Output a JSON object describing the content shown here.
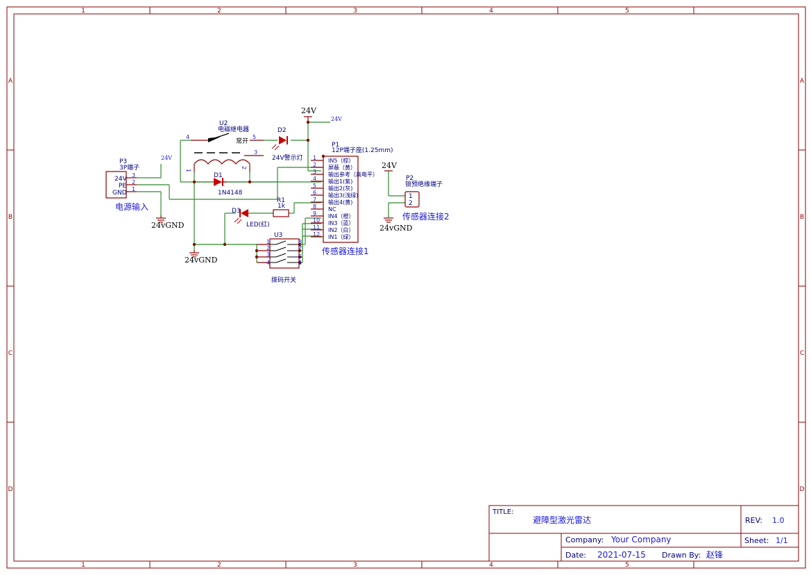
{
  "frame": {
    "columns": [
      "1",
      "2",
      "3",
      "4",
      "5"
    ],
    "rows": [
      "A",
      "B",
      "C",
      "D"
    ]
  },
  "title_block": {
    "title_label": "TITLE:",
    "title": "避障型激光雷达",
    "rev_label": "REV:",
    "rev": "1.0",
    "company_label": "Company:",
    "company": "Your Company",
    "sheet_label": "Sheet:",
    "sheet": "1/1",
    "date_label": "Date:",
    "date": "2021-07-15",
    "drawn_label": "Drawn By:",
    "drawn_by": "赵锋"
  },
  "p3": {
    "ref": "P3",
    "value": "3P端子",
    "name": "电源输入",
    "pins": [
      "24V",
      "PE",
      "GND"
    ],
    "pin_nums": [
      "3",
      "2",
      "1"
    ],
    "net_label": "24V"
  },
  "u2": {
    "ref": "U2",
    "value": "电磁继电器",
    "contact": "常开",
    "pin4": "4",
    "pin5": "5",
    "pin3": "3",
    "coil1": "1",
    "coil2": "2"
  },
  "d1": {
    "ref": "D1",
    "value": "1N4148"
  },
  "d2": {
    "ref": "D2",
    "value": "24V警示灯"
  },
  "d3": {
    "ref": "D3",
    "value": "LED(红)"
  },
  "r1": {
    "ref": "R1",
    "value": "1k"
  },
  "u3": {
    "ref": "U3",
    "value": "拨码开关",
    "left_pins": [
      "1",
      "2",
      "3",
      "4"
    ],
    "right_pins": [
      "8",
      "7",
      "6",
      "5"
    ]
  },
  "p1": {
    "ref": "P1",
    "value": "12P端子座(1.25mm)",
    "name": "传感器连接1",
    "pins": [
      "1",
      "2",
      "3",
      "4",
      "5",
      "6",
      "7",
      "8",
      "9",
      "10",
      "11",
      "12"
    ],
    "signals": [
      "IN5（棕）",
      "屏蔽（黄）",
      "输出参考（高电平）",
      "输出1(紫)",
      "输出2(灰)",
      "输出3(浅绿)",
      "输出4(黄)",
      "NC",
      "IN4（橙）",
      "IN3（蓝）",
      "IN2（白）",
      "IN1（绿）"
    ]
  },
  "p2": {
    "ref": "P2",
    "value": "锁预绝缘端子",
    "name": "传感器连接2",
    "pins": [
      "1",
      "2"
    ]
  },
  "power": {
    "vcc_main": "24V",
    "vcc_net": "24V",
    "vcc_p2": "24V",
    "gnd_left": "24vGND",
    "gnd_p3": "24vGND",
    "gnd_p2": "24vGND"
  }
}
